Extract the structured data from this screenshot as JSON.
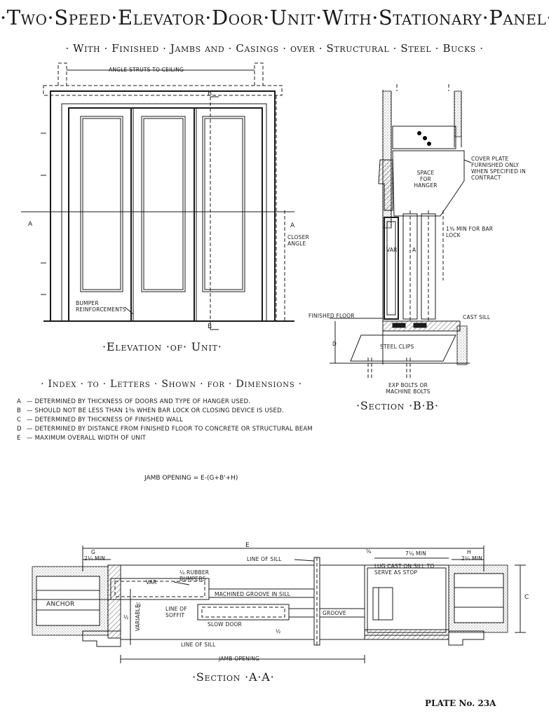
{
  "header": {
    "title": "·Two·Speed·Elevator·Door·Unit·With·Stationary·Panel·",
    "subtitle": "· With · Finished · Jambs and · Casings · over · Structural · Steel · Bucks ·"
  },
  "elevation": {
    "heading": "·Elevation ·of· Unit·",
    "labels": {
      "angle_struts": "Angle struts to ceiling",
      "section_b_top": "B",
      "section_b_bottom": "B",
      "section_a_left": "A",
      "section_a_right": "A",
      "closer_angle": "Closer angle",
      "bumper": "Bumper reinforcements"
    }
  },
  "section_bb": {
    "heading": "·Section ·B·B·",
    "labels": {
      "cover_plate": "Cover plate furnished only when specified in contract",
      "space_for_hanger": "Space for hanger",
      "min_bar_lock": "1⅜ min for bar lock",
      "var": "Var",
      "a": "A",
      "finished_floor": "Finished floor",
      "cast_sill": "Cast sill",
      "d": "D",
      "steel_clips": "Steel clips",
      "exp_bolts": "Exp bolts or machine bolts"
    }
  },
  "index": {
    "heading": "· Index · to · Letters · Shown · for · Dimensions ·",
    "items": [
      {
        "key": "A",
        "text": "Determined by thickness of doors and type of hanger used."
      },
      {
        "key": "B",
        "text": "Should not be less than 1⅜ when bar lock or closing device is used."
      },
      {
        "key": "C",
        "text": "Determined by thickness of finished wall"
      },
      {
        "key": "D",
        "text": "Determined by distance from finished floor to concrete or structural beam"
      },
      {
        "key": "E",
        "text": "Maximum overall width of unit"
      }
    ],
    "formula": "Jamb opening = E-(G+B'+H)"
  },
  "section_aa": {
    "heading": "·Section ·A·A·",
    "labels": {
      "g": "G",
      "g_min": "2¼ min",
      "e": "E",
      "line_of_sill_top": "Line of sill",
      "b_frac": "⅝",
      "min_7_1_4": "7¼ min",
      "h": "H",
      "h_min": "2¼ min",
      "lug_cast": "Lug cast on sill to serve as stop",
      "rubber_bumpers": "¼ rubber bumpers",
      "var": "Var",
      "machined_groove": "Machined groove in sill",
      "anchor": "Anchor",
      "half_1": "½",
      "half_2": "½",
      "half_3": "½",
      "variable": "Variable",
      "line_of_soffit": "Line of soffit",
      "slow_door": "Slow door",
      "groove": "Groove",
      "line_of_sill_bottom": "Line of sill",
      "jamb_opening": "Jamb opening",
      "c": "C"
    }
  },
  "footer": {
    "plate": "PLATE No. 23A"
  }
}
